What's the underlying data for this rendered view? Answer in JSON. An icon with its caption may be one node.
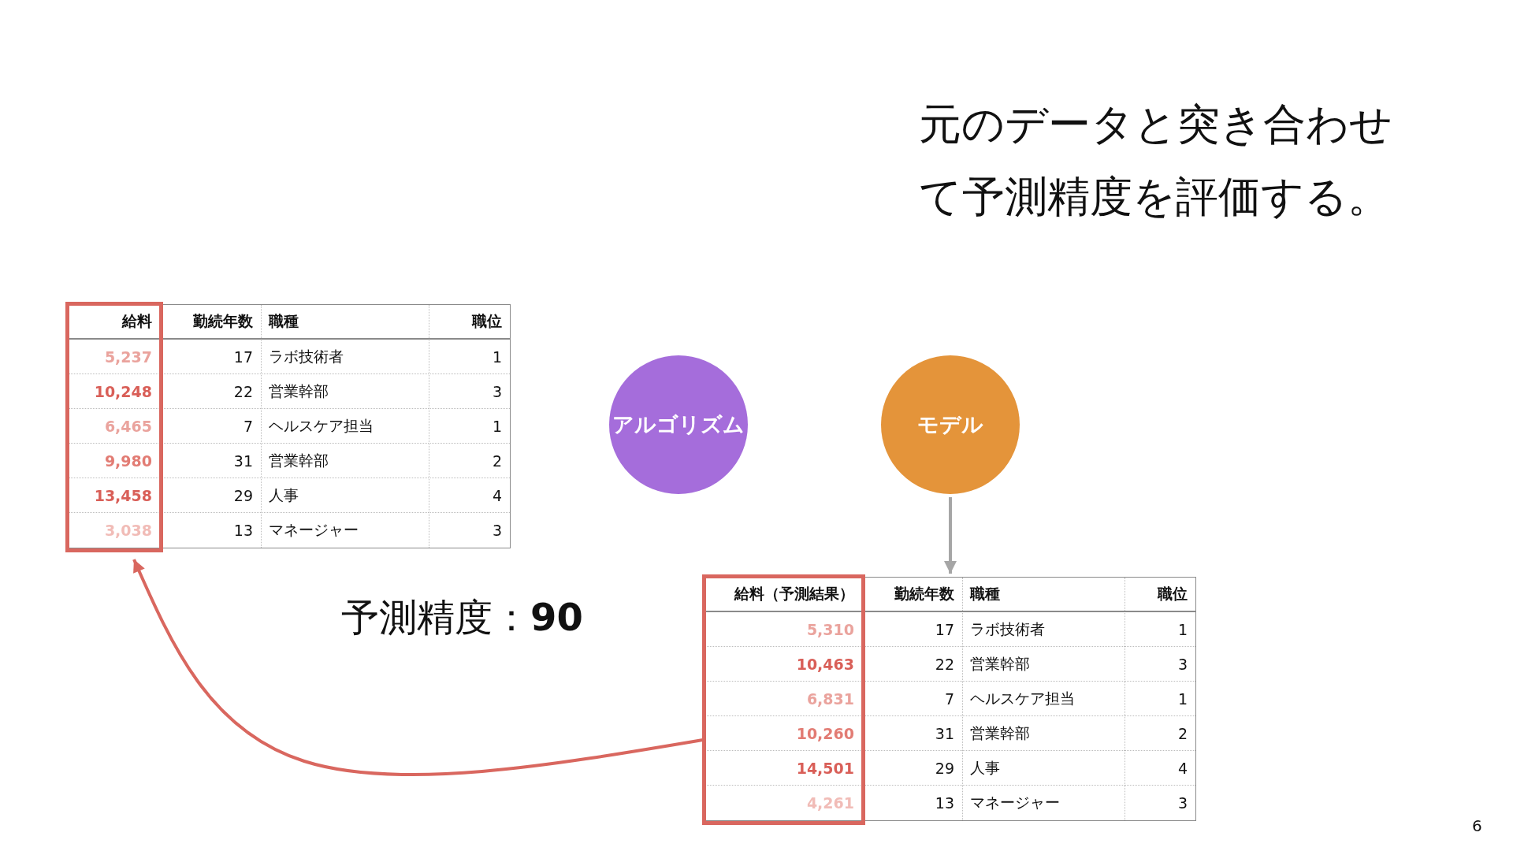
{
  "diagram": {
    "title": "元のデータと突き合わせて予測精度を評価する。",
    "nodes": [
      {
        "text": [
          "給料",
          "勤続年数",
          "職種",
          "職位",
          "5,237",
          "17",
          "ラボ技術者",
          "1",
          "10,248",
          "22",
          "営業幹部",
          "3",
          "6,465",
          "7",
          "ヘルスケア担当",
          "1",
          "9,980",
          "31",
          "営業幹部",
          "2",
          "13,458",
          "29",
          "人事",
          "4",
          "3,038",
          "13",
          "マネージャー",
          "3"
        ]
      },
      {
        "text": [
          "アルゴリズム"
        ]
      },
      {
        "text": [
          "モデル"
        ]
      },
      {
        "text": [
          "給料（予測結果）",
          "勤続年数",
          "職種",
          "職位",
          "5,310",
          "17",
          "ラボ技術者",
          "1",
          "10,463",
          "22",
          "営業幹部",
          "3",
          "6,831",
          "7",
          "ヘルスケア担当",
          "1",
          "10,260",
          "31",
          "営業幹部",
          "2",
          "14,501",
          "29",
          "人事",
          "4",
          "4,261",
          "13",
          "マネージャー",
          "3"
        ]
      }
    ],
    "edges": [
      {
        "from": 2,
        "to": 3,
        "arrow": "to"
      },
      {
        "from": 3,
        "to": 0,
        "arrow": "to",
        "color": "#d9675f"
      }
    ],
    "labels": [
      "予測精度：**90**",
      "6"
    ]
  }
}
